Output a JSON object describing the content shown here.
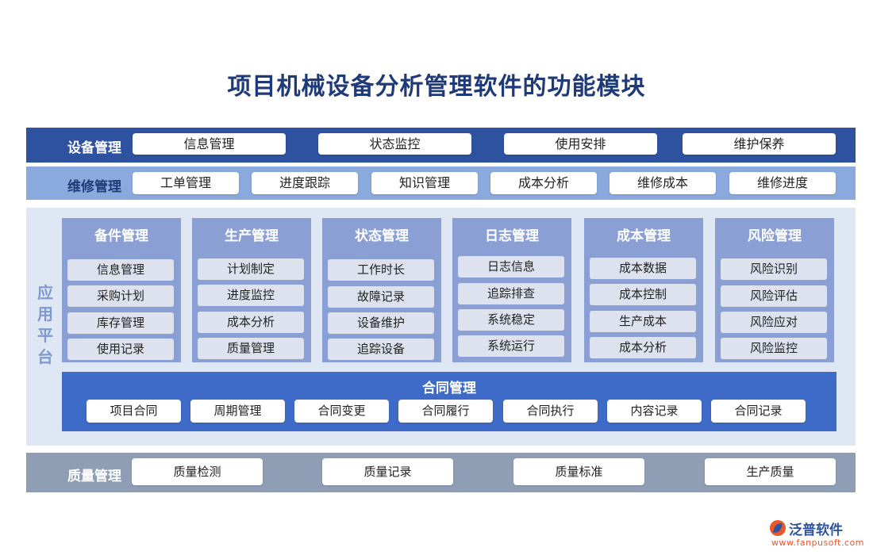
{
  "title": "项目机械设备分析管理软件的功能模块",
  "equipment": {
    "label": "设备管理",
    "items": [
      "信息管理",
      "状态监控",
      "使用安排",
      "维护保养"
    ]
  },
  "repair": {
    "label": "维修管理",
    "items": [
      "工单管理",
      "进度跟踪",
      "知识管理",
      "成本分析",
      "维修成本",
      "维修进度"
    ]
  },
  "app_platform": {
    "label": "应用平台",
    "modules": [
      {
        "title": "备件管理",
        "items": [
          "信息管理",
          "采购计划",
          "库存管理",
          "使用记录"
        ]
      },
      {
        "title": "生产管理",
        "items": [
          "计划制定",
          "进度监控",
          "成本分析",
          "质量管理"
        ]
      },
      {
        "title": "状态管理",
        "items": [
          "工作时长",
          "故障记录",
          "设备维护",
          "追踪设备"
        ]
      },
      {
        "title": "日志管理",
        "items": [
          "日志信息",
          "追踪排查",
          "系统稳定",
          "系统运行"
        ]
      },
      {
        "title": "成本管理",
        "items": [
          "成本数据",
          "成本控制",
          "生产成本",
          "成本分析"
        ]
      },
      {
        "title": "风险管理",
        "items": [
          "风险识别",
          "风险评估",
          "风险应对",
          "风险监控"
        ]
      }
    ],
    "contract": {
      "title": "合同管理",
      "items": [
        "项目合同",
        "周期管理",
        "合同变更",
        "合同履行",
        "合同执行",
        "内容记录",
        "合同记录"
      ]
    }
  },
  "quality": {
    "label": "质量管理",
    "items": [
      "质量检测",
      "质量记录",
      "质量标准",
      "生产质量"
    ]
  },
  "logo": {
    "name": "泛普软件",
    "url": "www.fanpusoft.com",
    "icon": "fanpu-logo-icon"
  },
  "colors": {
    "title": "#1f3a78",
    "equipment_band": "#2f52a0",
    "repair_band": "#8aa9dc",
    "platform_bg": "#dfe7f5",
    "module_bg": "#8aa0d4",
    "contract_bg": "#3f6bc8",
    "quality_band": "#909eb5"
  }
}
